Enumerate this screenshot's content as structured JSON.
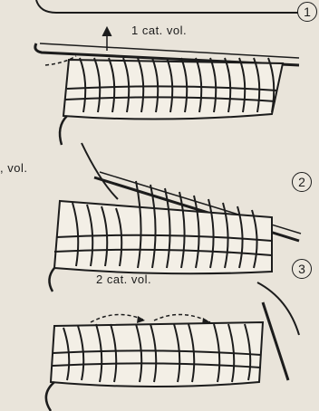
{
  "labels": {
    "fig1": "1 cat. vol.",
    "fig2_left": ", vol.",
    "fig3": "2 cat. vol."
  },
  "steps": [
    "1",
    "2",
    "3"
  ]
}
